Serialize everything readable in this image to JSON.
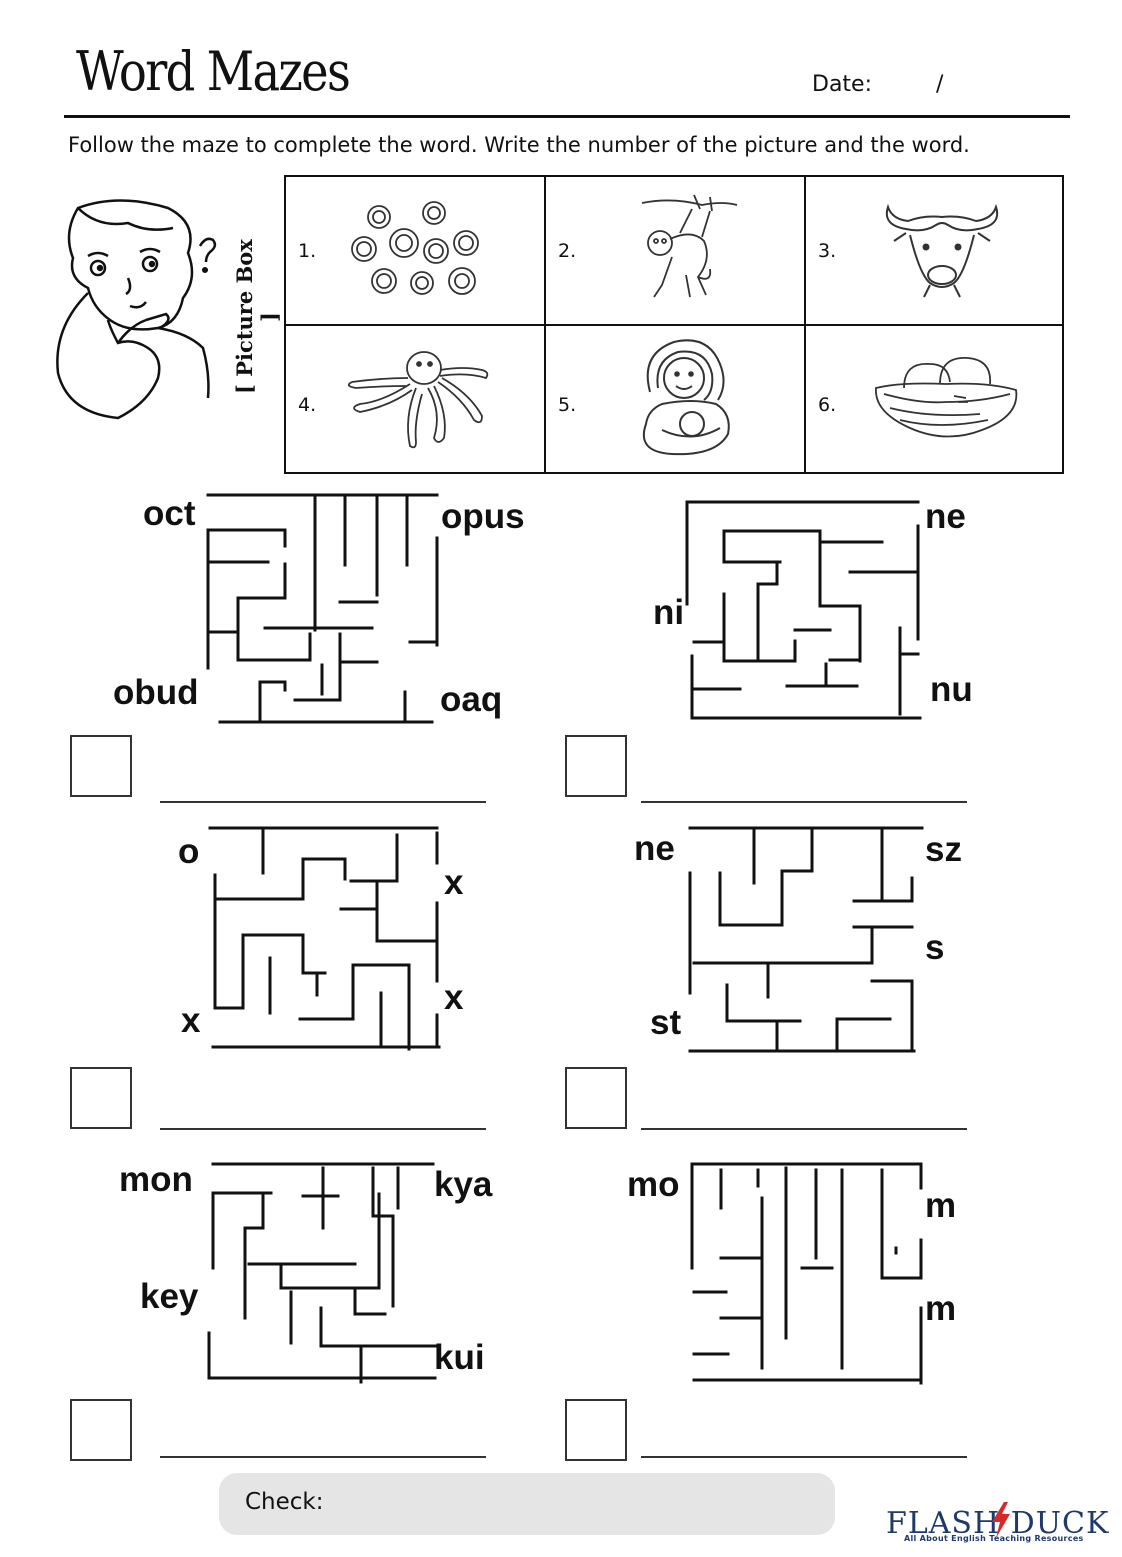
{
  "header": {
    "title": "Word Mazes",
    "date_label": "Date:",
    "date_sep": "/"
  },
  "instructions": "Follow the maze to complete the word. Write the number of the picture and the word.",
  "picture_box": {
    "label": "[ Picture Box ]",
    "items": [
      {
        "num": "1.",
        "icon": "buttons-icon"
      },
      {
        "num": "2.",
        "icon": "monkey-icon"
      },
      {
        "num": "3.",
        "icon": "buffalo-icon"
      },
      {
        "num": "4.",
        "icon": "octopus-icon"
      },
      {
        "num": "5.",
        "icon": "mother-baby-icon"
      },
      {
        "num": "6.",
        "icon": "nest-icon"
      }
    ]
  },
  "mazes": [
    {
      "labels": {
        "tl": "oct",
        "tr": "opus",
        "bl": "obud",
        "br": "oaq"
      }
    },
    {
      "labels": {
        "tr": "ne",
        "ml": "ni",
        "br": "nu"
      }
    },
    {
      "labels": {
        "tl": "o",
        "tr": "x",
        "mr": "x",
        "bl": "x"
      }
    },
    {
      "labels": {
        "tl": "ne",
        "tr": "sz",
        "mr": "s",
        "bl": "st"
      }
    },
    {
      "labels": {
        "tl": "mon",
        "tr": "kya",
        "ml": "key",
        "br": "kui"
      }
    },
    {
      "labels": {
        "tl": "mo",
        "tr": "m",
        "mr": "m"
      }
    }
  ],
  "footer": {
    "check_label": "Check:",
    "brand": "FLASH DUCK",
    "brand_tagline": "All About English   Teaching Resources"
  }
}
